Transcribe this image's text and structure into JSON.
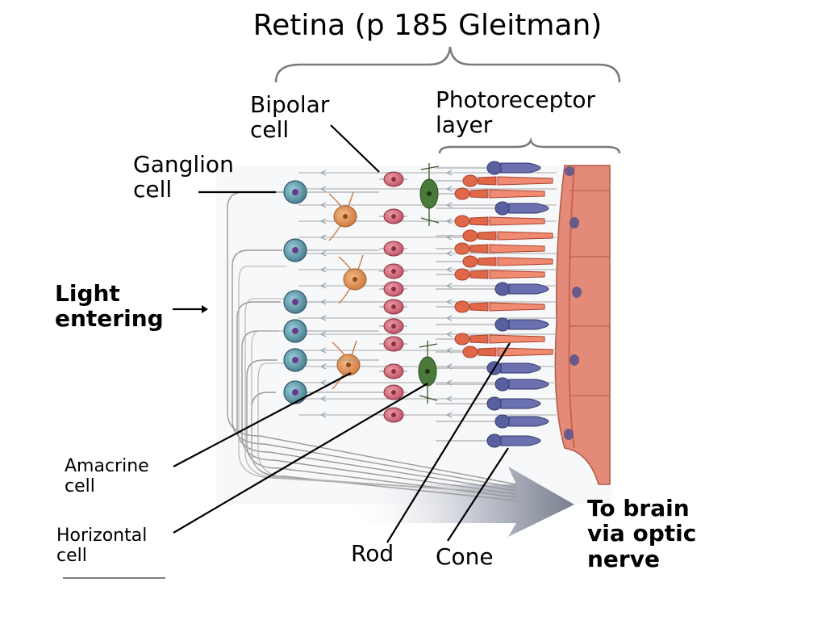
{
  "title": "Retina (p 185 Gleitman)",
  "labels": {
    "bipolar": "Bipolar\ncell",
    "photoreceptor": "Photoreceptor\nlayer",
    "ganglion": "Ganglion\ncell",
    "light": "Light\nentering",
    "amacrine": "Amacrine\ncell",
    "horizontal": "Horizontal\ncell",
    "rod": "Rod",
    "cone": "Cone",
    "brain": "To brain\nvia optic\nnerve"
  },
  "colors": {
    "ganglion": "#5a8fa0",
    "bipolar": "#d06878",
    "amacrine": "#e09050",
    "horizontal": "#4a7a3a",
    "cone": "#e06848",
    "rod": "#5860a0",
    "epithelium": "#d98070",
    "axon": "#999999",
    "arrow": "#9aa0b0"
  },
  "icons": {
    "brace": "curly-brace",
    "pointer": "arrow-right-icon"
  }
}
